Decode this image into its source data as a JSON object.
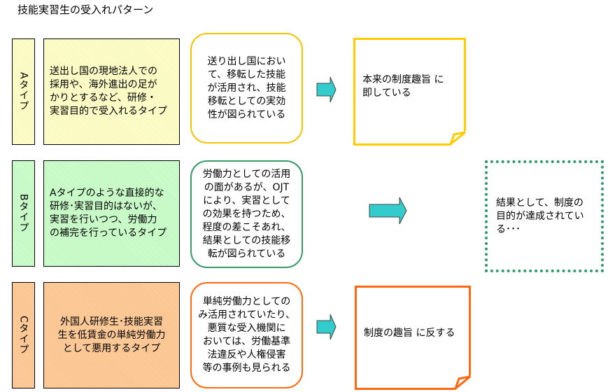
{
  "title": "技能実習生の受入れパターン",
  "colors": {
    "a_border": "#f5c400",
    "b_border": "#3a9a6a",
    "c_border": "#ff6a10",
    "arrow": "#33cccc",
    "a_fill": "#ffffcc",
    "b_fill": "#ccffcc",
    "c_fill": "#ffcc99"
  },
  "rows": [
    {
      "label": "Aタイプ",
      "description": "送出し国の現地法人での\n採用や、海外進出の足が\nかりとするなど、研修・\n実習目的で受入れるタイプ",
      "effect": "送り出し国におい\nて、移転した技能\nが活用され、技能\n移転としての実効\n性が図られている",
      "result": "本来の制度趣旨 に\n即している"
    },
    {
      "label": "Bタイプ",
      "description": "Aタイプのような直接的な\n研修･実習目的はないが、\n実習を行いつつ、労働力\nの補完を行っているタイプ",
      "effect": "労働力としての活用\nの面があるが、OJT\nにより、実習として\nの効果を持つため、\n程度の差こそあれ、\n結果としての技能移\n転が図られている"
    },
    {
      "label": "Cタイプ",
      "description": "外国人研修生･技能実習\n生を低賃金の単純労働力\nとして悪用するタイプ",
      "effect": "単純労働力としての\nみ活用されていたり、\n悪質な受入機関に\nおいては、労働基準\n法違反や人権侵害\n等の事例も見られる",
      "result": "制度の趣旨 に反する"
    }
  ],
  "overall_result": "結果として、制度の\n目的が達成されてい\nる･･･"
}
